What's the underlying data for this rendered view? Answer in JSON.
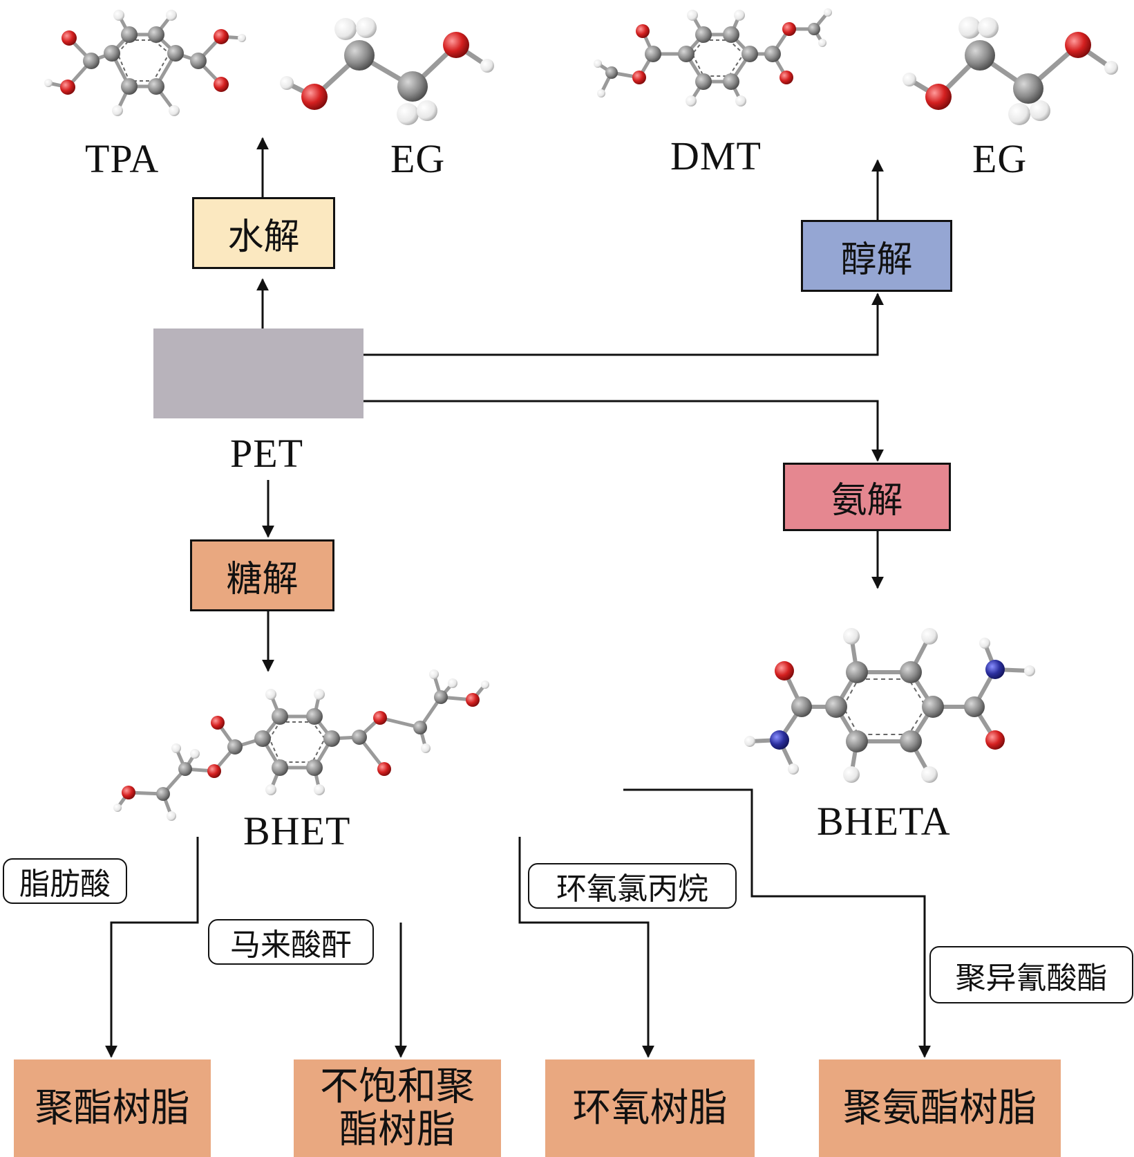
{
  "molecules": {
    "tpa": "TPA",
    "eg_left": "EG",
    "dmt": "DMT",
    "eg_right": "EG",
    "pet": "PET",
    "bhet": "BHET",
    "bheta": "BHETA"
  },
  "processes": {
    "hydrolysis": "水解",
    "alcoholysis": "醇解",
    "aminolysis": "氨解",
    "glycolysis": "糖解"
  },
  "reagents": {
    "fatty_acid": "脂肪酸",
    "maleic_anhydride": "马来酸酐",
    "epichlorohydrin": "环氧氯丙烷",
    "polyisocyanate": "聚异氰酸酯"
  },
  "products": {
    "polyester_resin": "聚酯树脂",
    "unsaturated_line1": "不饱和聚",
    "unsaturated_line2": "酯树脂",
    "epoxy_resin": "环氧树脂",
    "polyurethane_resin": "聚氨酯树脂"
  },
  "colors": {
    "hydrolysis_box": "#fbe8c0",
    "alcoholysis_box": "#95a6d3",
    "aminolysis_box": "#e58790",
    "glycolysis_box": "#e9a880",
    "product_box": "#e9a880",
    "pet_box": "#b8b3bb",
    "carbon": "#8a8a8a",
    "oxygen": "#d42020",
    "hydrogen": "#eeeeee",
    "nitrogen": "#2b2f9e"
  }
}
